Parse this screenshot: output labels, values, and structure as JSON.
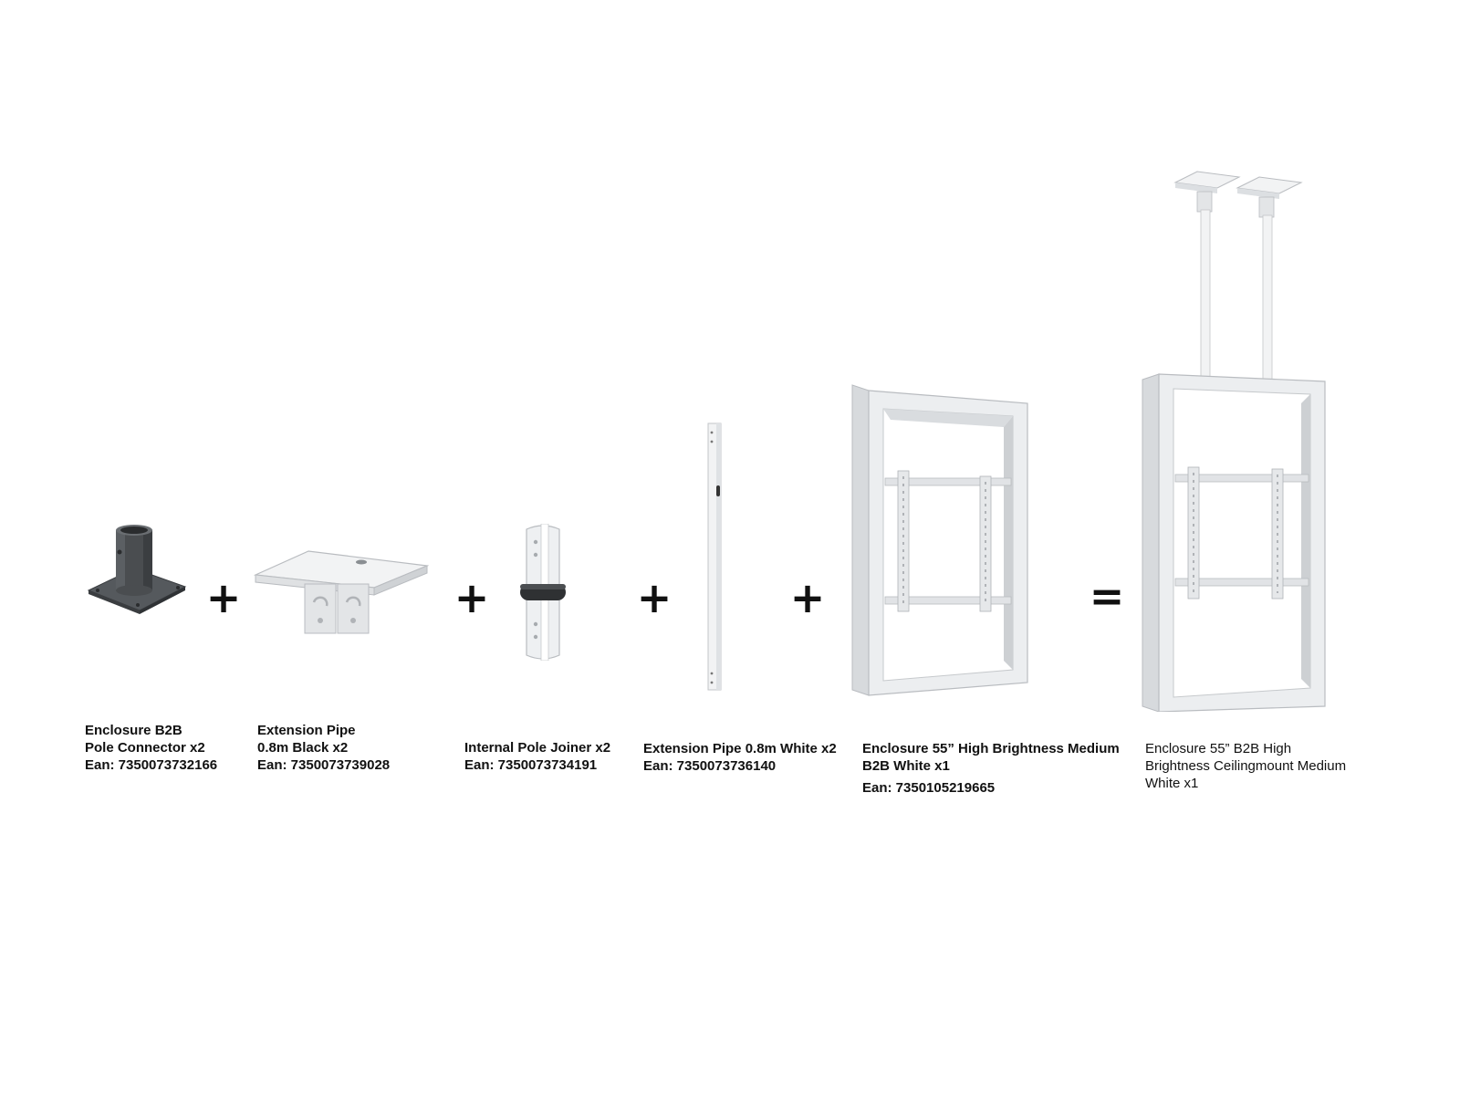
{
  "items": [
    {
      "icon": "pole-connector-icon",
      "lines": [
        "Enclosure B2B",
        "Pole Connector x2",
        "Ean: 7350073732166"
      ]
    },
    {
      "icon": "ceiling-plate-icon",
      "lines": [
        "Extension Pipe",
        "0.8m Black x2",
        "Ean: 7350073739028"
      ]
    },
    {
      "icon": "pole-joiner-icon",
      "lines": [
        "Internal Pole Joiner x2",
        "Ean: 7350073734191"
      ]
    },
    {
      "icon": "extension-pipe-icon",
      "lines": [
        "Extension Pipe 0.8m White x2",
        "Ean: 7350073736140"
      ]
    },
    {
      "icon": "enclosure-frame-icon",
      "lines": [
        "Enclosure 55” High Brightness Medium",
        "B2B White x1"
      ],
      "ean": "Ean: 7350105219665"
    },
    {
      "icon": "ceiling-mount-enclosure-icon",
      "lines": [
        "Enclosure 55” B2B High",
        "Brightness Ceilingmount Medium",
        "White x1"
      ]
    }
  ],
  "operators": [
    "+",
    "+",
    "+",
    "+",
    "="
  ],
  "colors": {
    "dark_metal": "#4a4d50",
    "white_metal": "#e6e7e9",
    "outline": "#b9bcc0",
    "text": "#111111"
  }
}
